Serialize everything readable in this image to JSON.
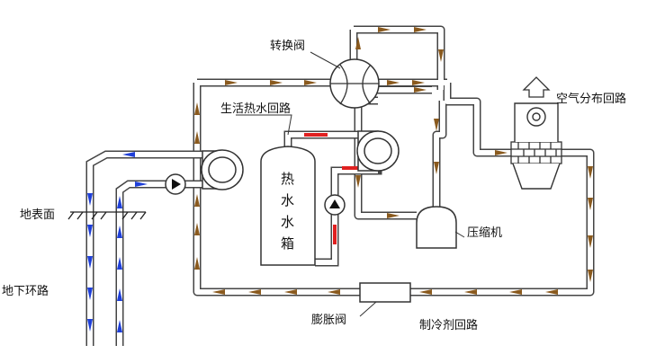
{
  "labels": {
    "switch_valve": "转换阀",
    "dhw_loop": "生活热水回路",
    "air_loop": "空气分布回路",
    "compressor": "压缩机",
    "ground_surface": "地表面",
    "ground_loop": "地下环路",
    "expansion_valve": "膨胀阀",
    "refrigerant_loop": "制冷剂回路",
    "tank_chars": [
      "热",
      "水",
      "水",
      "箱"
    ]
  },
  "colors": {
    "pipe_stroke": "#444444",
    "refrigerant_arrow": "#8a5a1e",
    "ground_arrow": "#1f3fd8",
    "hot_water": "#e02020"
  },
  "icons": {
    "pump": "pump-icon",
    "compressor": "compressor-icon",
    "heat_exchanger": "heat-exchanger-icon",
    "fan": "fan-icon",
    "switch_valve": "switch-valve-icon",
    "expansion_valve": "expansion-valve-icon",
    "water_tank": "water-tank-icon"
  }
}
